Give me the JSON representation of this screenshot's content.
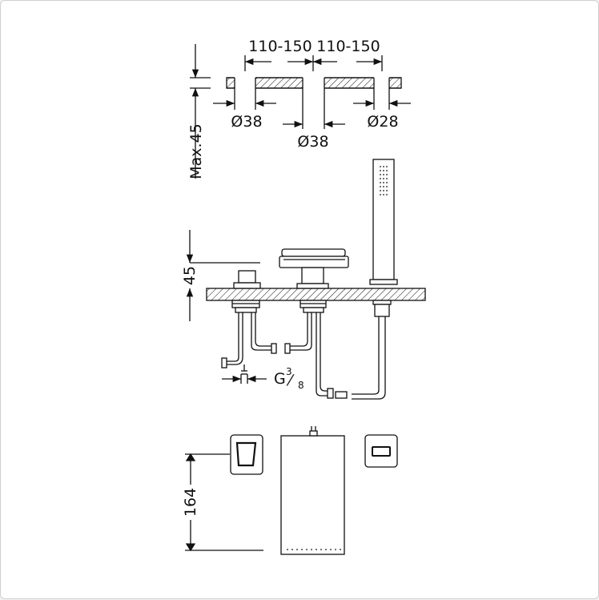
{
  "labels": {
    "top_spacing_left": "110-150",
    "top_spacing_right": "110-150",
    "hole_dia_left": "Ø38",
    "hole_dia_center": "Ø38",
    "hole_dia_right": "Ø28",
    "deck_thickness": "Max.45",
    "spout_height": "45",
    "connection_thread_prefix": "G",
    "connection_thread_num": "3",
    "connection_thread_slash": "⁄",
    "connection_thread_den": "8",
    "installation_depth": "164"
  },
  "colors": {
    "line": "#111111",
    "background": "#ffffff"
  }
}
